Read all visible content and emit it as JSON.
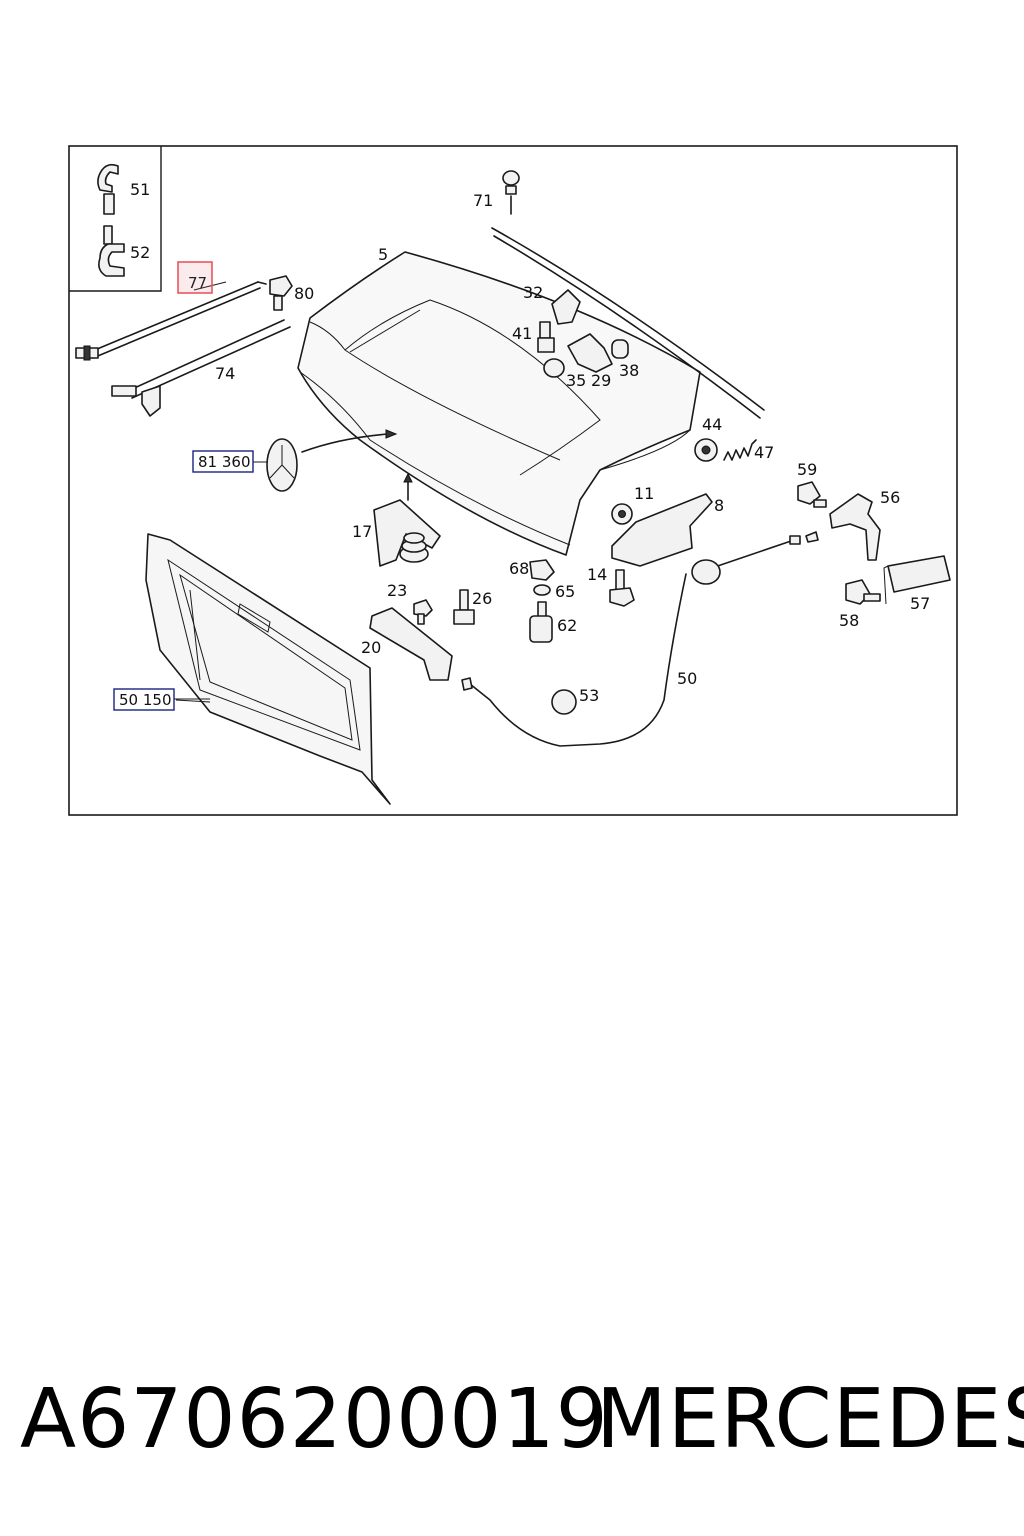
{
  "diagram": {
    "labels": {
      "p5": "5",
      "p8": "8",
      "p11": "11",
      "p14": "14",
      "p17": "17",
      "p20": "20",
      "p23": "23",
      "p26": "26",
      "p29": "29",
      "p32": "32",
      "p35": "35",
      "p38": "38",
      "p41": "41",
      "p44": "44",
      "p47": "47",
      "p50": "50",
      "p51": "51",
      "p52": "52",
      "p53": "53",
      "p56": "56",
      "p57": "57",
      "p58": "58",
      "p59": "59",
      "p62": "62",
      "p65": "65",
      "p68": "68",
      "p71": "71",
      "p74": "74",
      "p77": "77",
      "p80": "80"
    },
    "reference_labels": {
      "ref_81360": "81 360",
      "ref_50150": "50 150"
    },
    "highlight_color": "#e8585f",
    "reference_box_color": "#1a237e"
  },
  "footer": {
    "part_number": "A6706200019",
    "brand": "MERCEDES"
  }
}
